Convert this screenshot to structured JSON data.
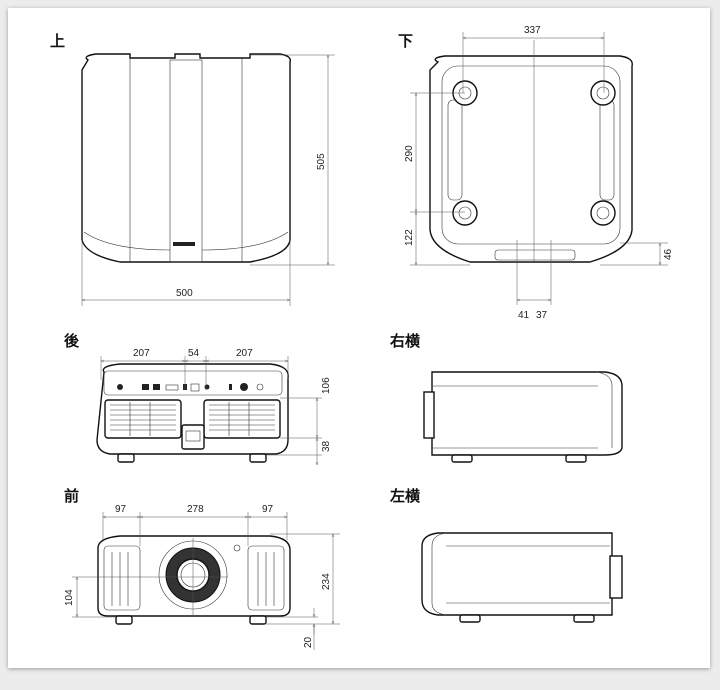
{
  "views": {
    "top": "上",
    "bottom": "下",
    "rear": "後",
    "right": "右横",
    "front": "前",
    "left": "左横"
  },
  "dims": {
    "top": {
      "depth": "505",
      "width": "500"
    },
    "bottom": {
      "feet_span": "337",
      "feet_depth": "290",
      "rear_offset": "122",
      "step": "46",
      "offset_a": "41",
      "offset_b": "37"
    },
    "rear": {
      "left": "207",
      "center": "54",
      "right": "207",
      "panel_h": "106",
      "base_h": "38"
    },
    "front": {
      "left": "97",
      "lens": "278",
      "right": "97",
      "height": "234",
      "lens_h": "104",
      "foot_h": "20"
    }
  }
}
